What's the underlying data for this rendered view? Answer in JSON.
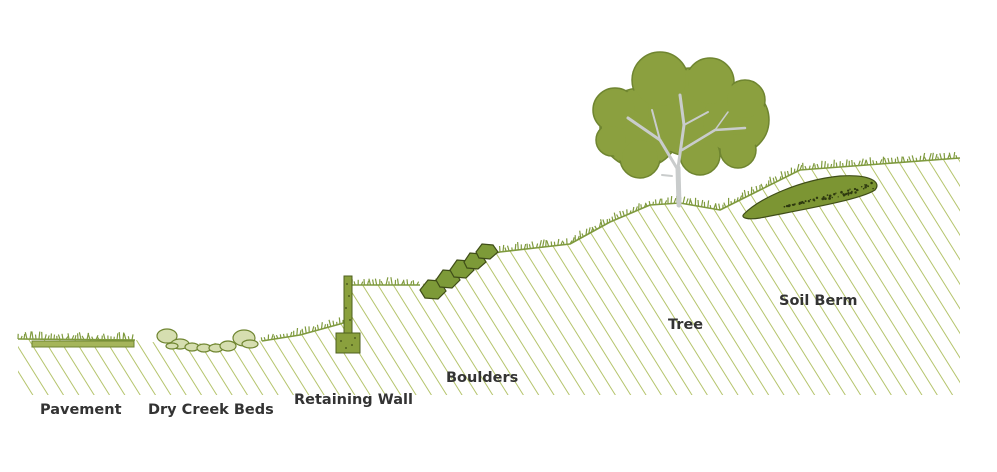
{
  "labels": {
    "pavement": "Pavement",
    "dry_creek_beds": "Dry Creek Beds",
    "retaining_wall": "Retaining Wall",
    "boulders": "Boulders",
    "tree": "Tree",
    "soil_berm": "Soil Berm"
  },
  "colors": {
    "hatch": "#b5c46c",
    "grass": "#7f9a3e",
    "foliage": "#8ba03f",
    "foliage_edge": "#6f8530",
    "trunk": "#c9cccc",
    "boulder": "#7d9a38",
    "creek_stone": "#d6deb0",
    "wall": "#8aa03d",
    "berm": "#7c9533",
    "pavement": "#a5b55a",
    "label_text": "#333333"
  }
}
